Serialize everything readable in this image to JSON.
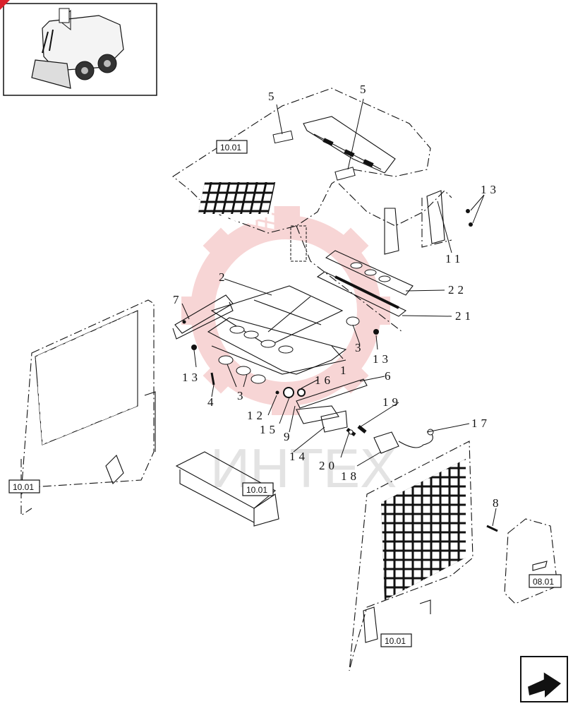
{
  "callouts": {
    "c1": "1",
    "c2": "2",
    "c3a": "3",
    "c3b": "3",
    "c4": "4",
    "c5a": "5",
    "c5b": "5",
    "c6": "6",
    "c7": "7",
    "c8": "8",
    "c9": "9",
    "c11": "11",
    "c12": "12",
    "c13a": "13",
    "c13b": "13",
    "c13c": "13",
    "c14": "14",
    "c15": "15",
    "c16": "16",
    "c17": "17",
    "c18": "18",
    "c19": "19",
    "c20": "20",
    "c21": "21",
    "c22": "22"
  },
  "section_refs": {
    "roof": "10.01",
    "left_side": "10.01",
    "front_bar": "10.01",
    "right_side": "10.01",
    "rear_panel": "08.01"
  },
  "watermark": {
    "text": "ИНТЕХ"
  },
  "colors": {
    "accent": "#d9212b",
    "ink": "#111111",
    "watermark": "#f2b3b3"
  },
  "icons": {
    "thumbnail": "skid-steer-loader-icon",
    "nav": "next-page-arrow-icon"
  }
}
